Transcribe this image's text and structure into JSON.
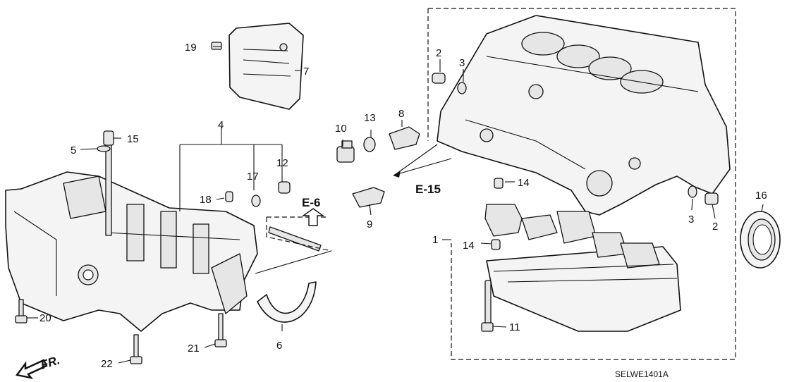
{
  "callouts": {
    "c1": "1",
    "c2a": "2",
    "c2b": "2",
    "c3a": "3",
    "c3b": "3",
    "c4": "4",
    "c5": "5",
    "c6": "6",
    "c7": "7",
    "c8": "8",
    "c9": "9",
    "c10": "10",
    "c11": "11",
    "c12": "12",
    "c13": "13",
    "c14a": "14",
    "c14b": "14",
    "c15": "15",
    "c16": "16",
    "c17": "17",
    "c18": "18",
    "c19": "19",
    "c20": "20",
    "c21": "21",
    "c22": "22"
  },
  "references": {
    "e6": "E-6",
    "e15": "E-15"
  },
  "front_label": "FR.",
  "diagram_code": "SELWE1401A"
}
